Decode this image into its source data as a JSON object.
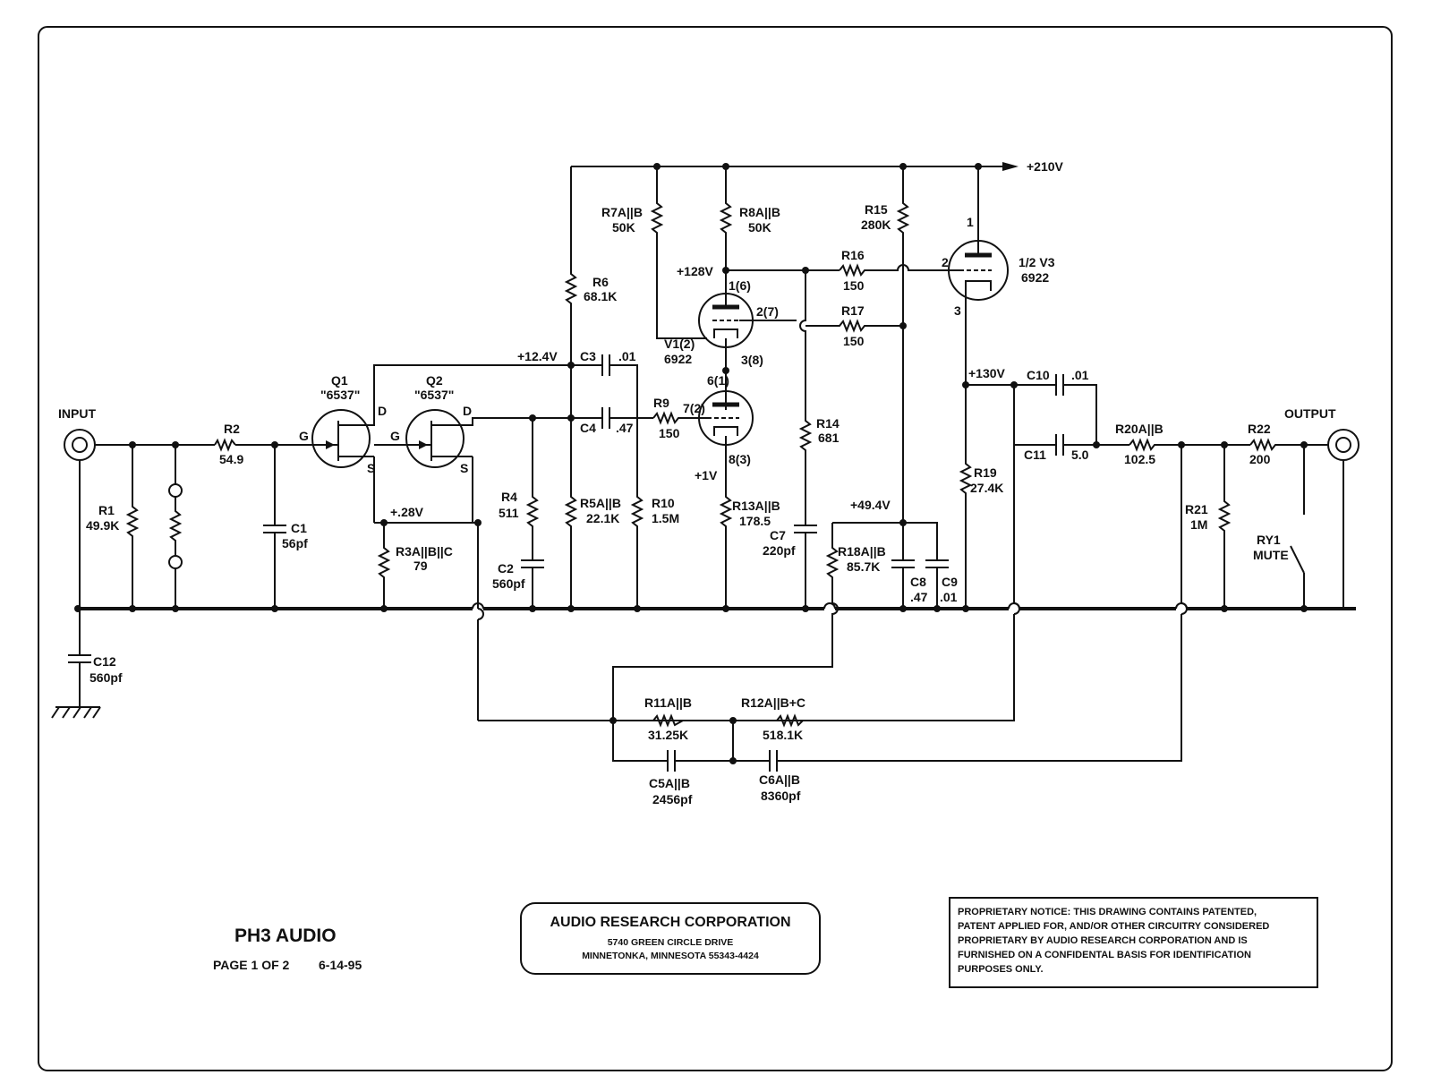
{
  "title": "PH3 AUDIO",
  "page_info": "PAGE 1 OF 2",
  "date": "6-14-95",
  "company": {
    "name": "AUDIO RESEARCH CORPORATION",
    "address1": "5740 GREEN CIRCLE DRIVE",
    "address2": "MINNETONKA, MINNESOTA 55343-4424"
  },
  "notice_lines": [
    "PROPRIETARY NOTICE:  THIS DRAWING CONTAINS PATENTED,",
    "PATENT APPLIED FOR, AND/OR OTHER CIRCUITRY CONSIDERED",
    "PROPRIETARY BY AUDIO RESEARCH CORPORATION AND IS",
    "FURNISHED ON A CONFIDENTAL BASIS FOR IDENTIFICATION",
    "PURPOSES ONLY."
  ],
  "io": {
    "input": "INPUT",
    "output": "OUTPUT",
    "rail": "+210V"
  },
  "components": {
    "r1": [
      "R1",
      "49.9K"
    ],
    "r2": [
      "R2",
      "54.9"
    ],
    "c1": [
      "C1",
      "56pf"
    ],
    "q1": [
      "Q1",
      "\"6537\""
    ],
    "q2": [
      "Q2",
      "\"6537\""
    ],
    "r3": [
      "R3A||B||C",
      "79"
    ],
    "r4": [
      "R4",
      "511"
    ],
    "c2": [
      "C2",
      "560pf"
    ],
    "c3": [
      "C3",
      ".01"
    ],
    "c4": [
      "C4",
      ".47"
    ],
    "r5": [
      "R5A||B",
      "22.1K"
    ],
    "r6": [
      "R6",
      "68.1K"
    ],
    "r7": [
      "R7A||B",
      "50K"
    ],
    "r8": [
      "R8A||B",
      "50K"
    ],
    "r9": [
      "R9",
      "150"
    ],
    "r10": [
      "R10",
      "1.5M"
    ],
    "v1": [
      "V1(2)",
      "6922"
    ],
    "r13": [
      "R13A||B",
      "178.5"
    ],
    "r14": [
      "R14",
      "681"
    ],
    "c7": [
      "C7",
      "220pf"
    ],
    "r15": [
      "R15",
      "280K"
    ],
    "r16": [
      "R16",
      "150"
    ],
    "r17": [
      "R17",
      "150"
    ],
    "r18": [
      "R18A||B",
      "85.7K"
    ],
    "c8": [
      "C8",
      ".47"
    ],
    "c9": [
      "C9",
      ".01"
    ],
    "v3": [
      "1/2 V3",
      "6922"
    ],
    "r19": [
      "R19",
      "27.4K"
    ],
    "c10": [
      "C10",
      ".01"
    ],
    "c11": [
      "C11",
      "5.0"
    ],
    "r20": [
      "R20A||B",
      "102.5"
    ],
    "r21": [
      "R21",
      "1M"
    ],
    "r22": [
      "R22",
      "200"
    ],
    "ry1": [
      "RY1",
      "MUTE"
    ],
    "c12": [
      "C12",
      "560pf"
    ],
    "r11": [
      "R11A||B",
      "31.25K"
    ],
    "r12": [
      "R12A||B+C",
      "518.1K"
    ],
    "c5": [
      "C5A||B",
      "2456pf"
    ],
    "c6": [
      "C6A||B",
      "8360pf"
    ]
  },
  "voltages": {
    "v_12_4": "+12.4V",
    "v_0_28": "+.28V",
    "v_128": "+128V",
    "v_1": "+1V",
    "v_49_4": "+49.4V",
    "v_130": "+130V"
  },
  "pins": {
    "g1": "G",
    "d1": "D",
    "s1": "S",
    "g2": "G",
    "d2": "D",
    "s2": "S",
    "p16": "1(6)",
    "p27": "2(7)",
    "p38": "3(8)",
    "p61": "6(1)",
    "p72": "7(2)",
    "p83": "8(3)",
    "v3_1": "1",
    "v3_2": "2",
    "v3_3": "3"
  }
}
